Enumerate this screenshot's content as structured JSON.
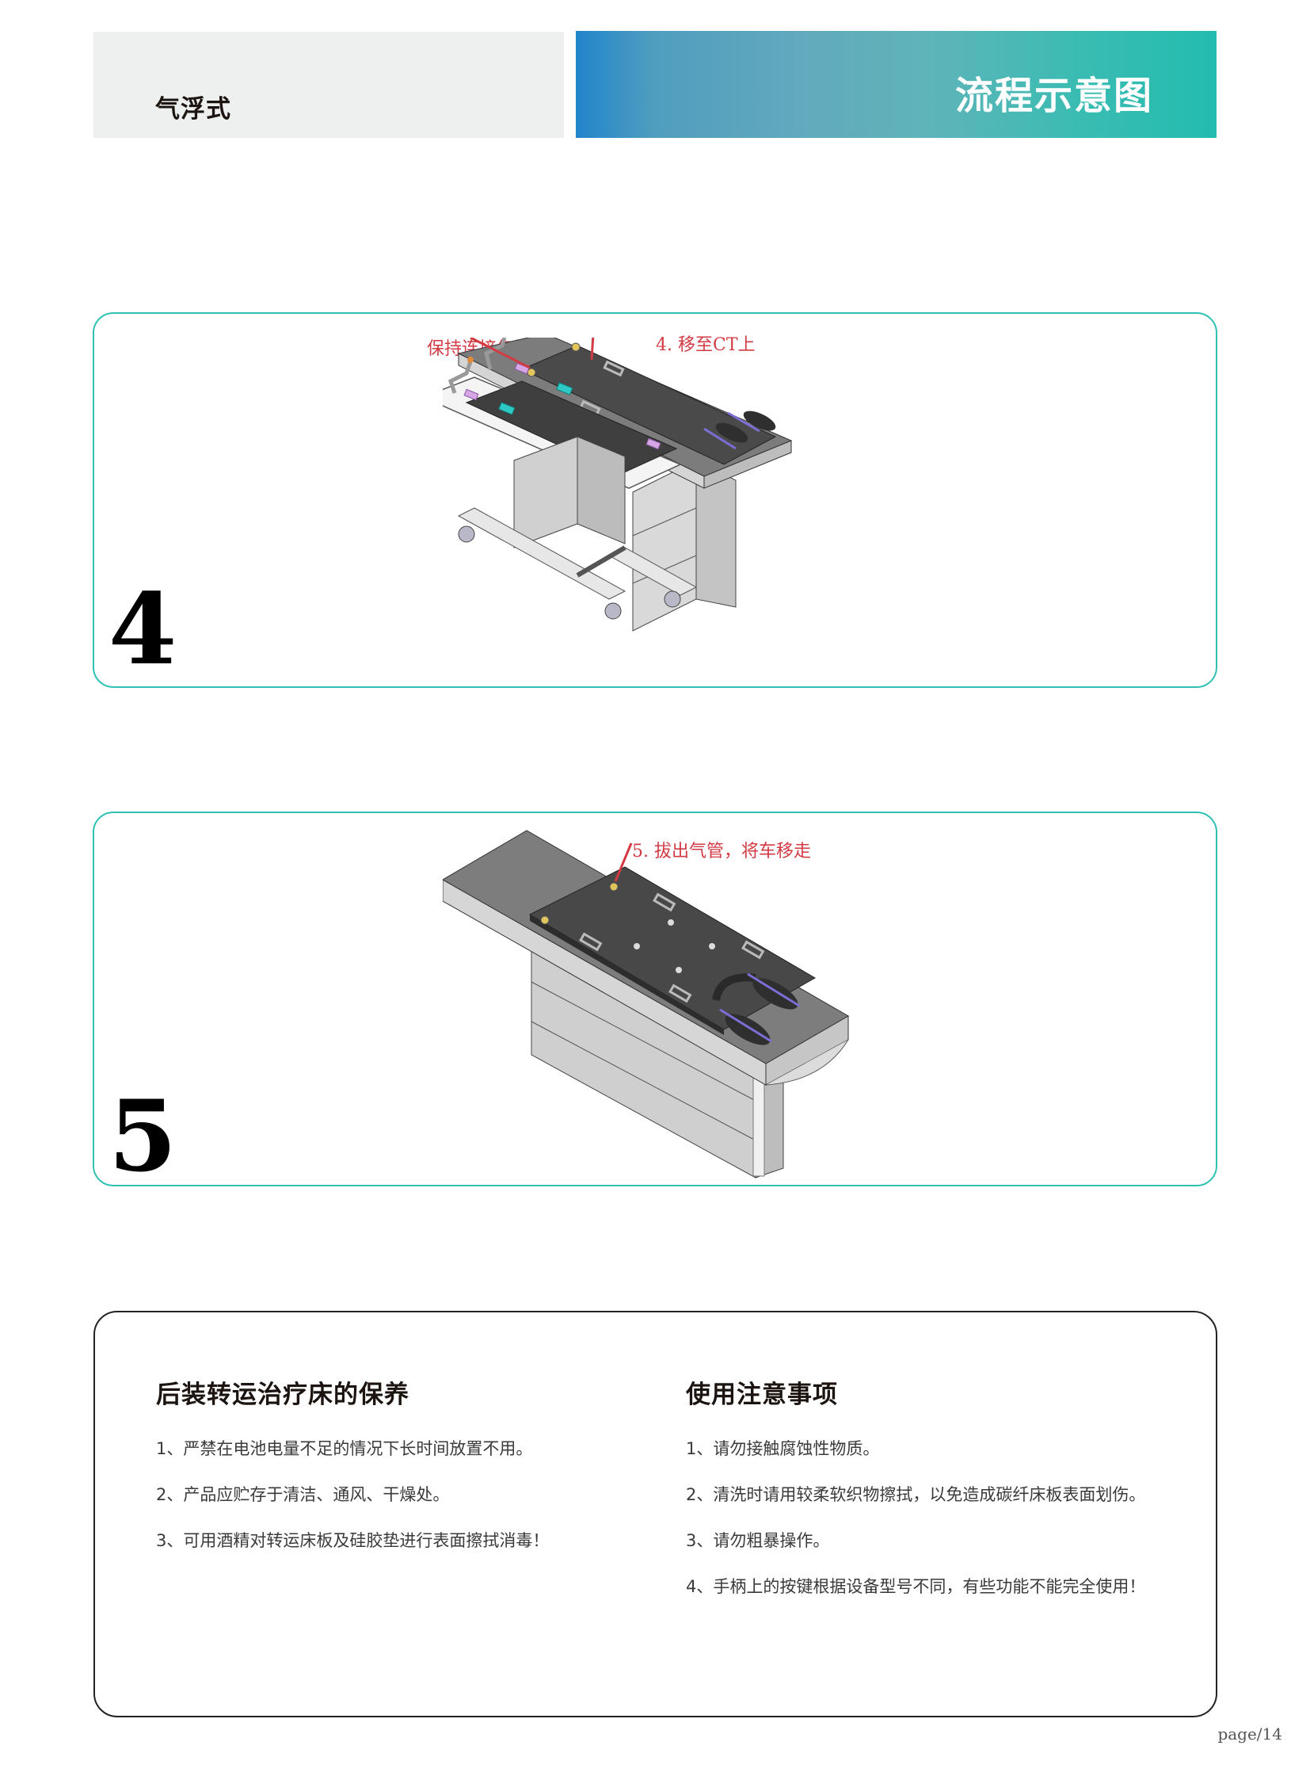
{
  "header": {
    "category": "气浮式",
    "title": "流程示意图",
    "gradient_start": "#2185cb",
    "gradient_end": "#23bcb0"
  },
  "steps": [
    {
      "number": "4",
      "annotations": [
        "保持连接气管",
        "4. 移至CT上"
      ],
      "illustration": "transfer-cart-docked-to-ct-table"
    },
    {
      "number": "5",
      "annotations": [
        "5. 拔出气管，将车移走"
      ],
      "illustration": "ct-table-with-board"
    }
  ],
  "maintenance": {
    "title": "后装转运治疗床的保养",
    "items": [
      "1、严禁在电池电量不足的情况下长时间放置不用。",
      "2、产品应贮存于清洁、通风、干燥处。",
      "3、可用酒精对转运床板及硅胶垫进行表面擦拭消毒！"
    ]
  },
  "precautions": {
    "title": "使用注意事项",
    "items": [
      "1、请勿接触腐蚀性物质。",
      "2、清洗时请用较柔软织物擦拭，以免造成碳纤床板表面划伤。",
      "3、请勿粗暴操作。",
      "4、手柄上的按键根据设备型号不同，有些功能不能完全使用！"
    ]
  },
  "footer": {
    "page_label": "page/14"
  },
  "colors": {
    "panel_border": "#2fc1b4",
    "annotation_red": "#d23a44",
    "header_gray": "#eeefef"
  }
}
